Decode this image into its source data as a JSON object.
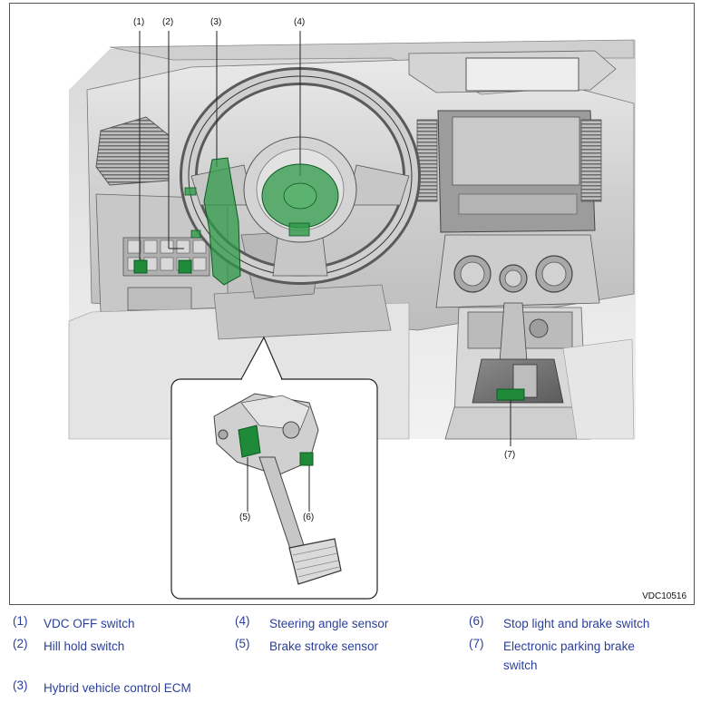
{
  "figure": {
    "code": "VDC10516",
    "callouts": [
      "(1)",
      "(2)",
      "(3)",
      "(4)",
      "(5)",
      "(6)",
      "(7)"
    ]
  },
  "legend": [
    {
      "num": "(1)",
      "label": "VDC OFF switch"
    },
    {
      "num": "(2)",
      "label": "Hill hold switch"
    },
    {
      "num": "(3)",
      "label": "Hybrid vehicle control ECM"
    },
    {
      "num": "(4)",
      "label": "Steering angle sensor"
    },
    {
      "num": "(5)",
      "label": "Brake stroke sensor"
    },
    {
      "num": "(6)",
      "label": "Stop light and brake switch"
    },
    {
      "num": "(7)",
      "label": "Electronic parking brake switch"
    }
  ],
  "colors": {
    "highlight": "#1f8a3a",
    "highlight_dark": "#0d5a22",
    "legend_text": "#2b3f9a"
  }
}
